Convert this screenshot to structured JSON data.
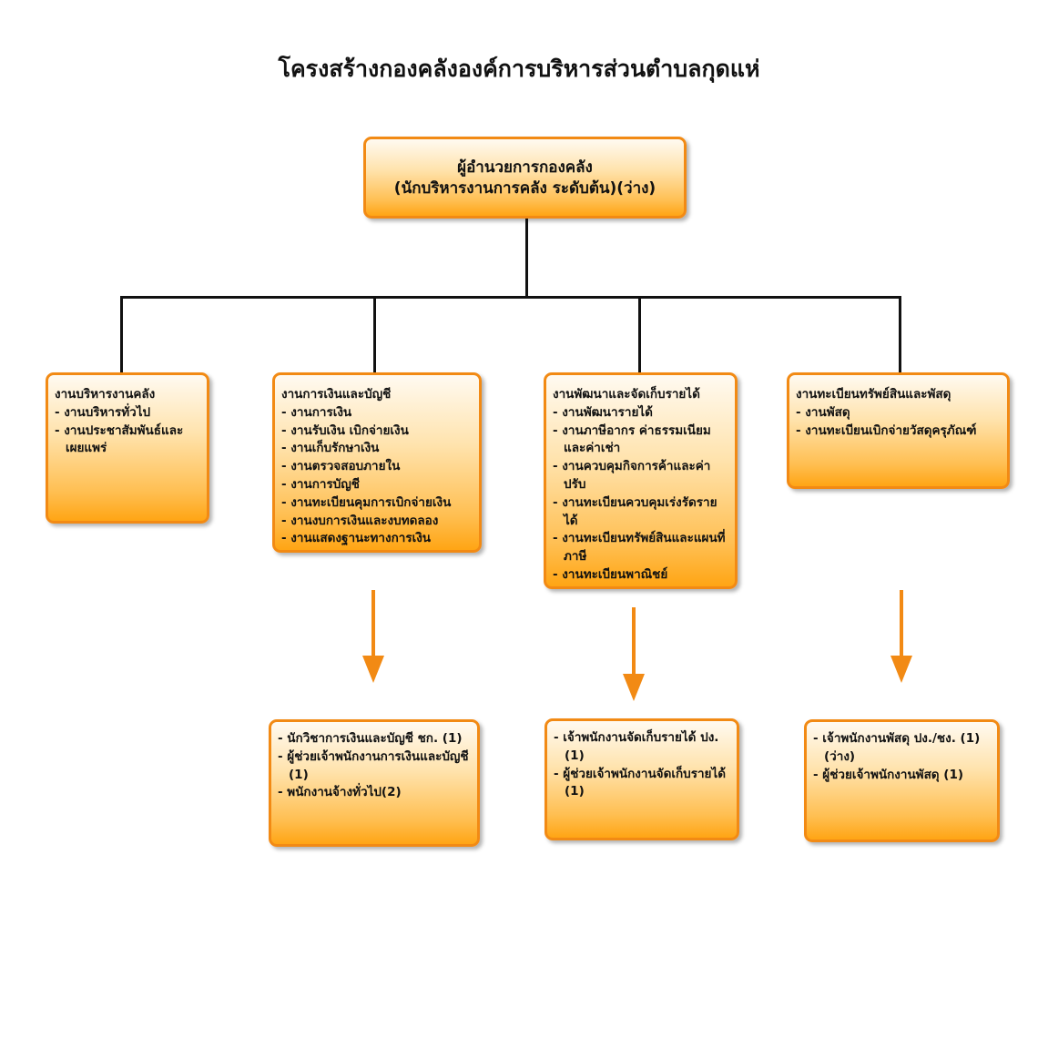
{
  "title": "โครงสร้างกองคลังองค์การบริหารส่วนตำบลกุดแห่",
  "director": {
    "line1": "ผู้อำนวยการกองคลัง",
    "line2": "(นักบริหารงานการคลัง ระดับต้น)(ว่าง)"
  },
  "departments": [
    {
      "heading": "งานบริหารงานคลัง",
      "items": [
        "- งานบริหารทั่วไป",
        "- งานประชาสัมพันธ์และเผยแพร่"
      ]
    },
    {
      "heading": "งานการเงินและบัญชี",
      "items": [
        "- งานการเงิน",
        "- งานรับเงิน เบิกจ่ายเงิน",
        "- งานเก็บรักษาเงิน",
        "- งานตรวจสอบภายใน",
        "- งานการบัญชี",
        "- งานทะเบียนคุมการเบิกจ่ายเงิน",
        "- งานงบการเงินและงบทดลอง",
        "- งานแสดงฐานะทางการเงิน"
      ]
    },
    {
      "heading": "งานพัฒนาและจัดเก็บรายได้",
      "items": [
        "- งานพัฒนารายได้",
        "- งานภาษีอากร ค่าธรรมเนียมและค่าเช่า",
        "- งานควบคุมกิจการค้าและค่าปรับ",
        "- งานทะเบียนควบคุมเร่งรัดรายได้",
        "- งานทะเบียนทรัพย์สินและแผนที่ภาษี",
        "- งานทะเบียนพาณิชย์"
      ]
    },
    {
      "heading": "งานทะเบียนทรัพย์สินและพัสดุ",
      "items": [
        "- งานพัสดุ",
        "- งานทะเบียนเบิกจ่ายวัสดุครุภัณฑ์"
      ]
    }
  ],
  "staff": [
    {
      "items": [
        "- นักวิชาการเงินและบัญชี ชก. (1)",
        "- ผู้ช่วยเจ้าพนักงานการเงินและบัญชี (1)",
        "- พนักงานจ้างทั่วไป(2)"
      ]
    },
    {
      "items": [
        "- เจ้าพนักงานจัดเก็บรายได้ ปง. (1)",
        "- ผู้ช่วยเจ้าพนักงานจัดเก็บรายได้ (1)"
      ]
    },
    {
      "items": [
        "- เจ้าพนักงานพัสดุ ปง./ชง. (1) (ว่าง)",
        "- ผู้ช่วยเจ้าพนักงานพัสดุ (1)"
      ]
    }
  ],
  "colors": {
    "box_border": "#f28a14",
    "box_fill_bottom": "#ffa514",
    "arrow": "#f28a14",
    "connector": "#111111"
  }
}
